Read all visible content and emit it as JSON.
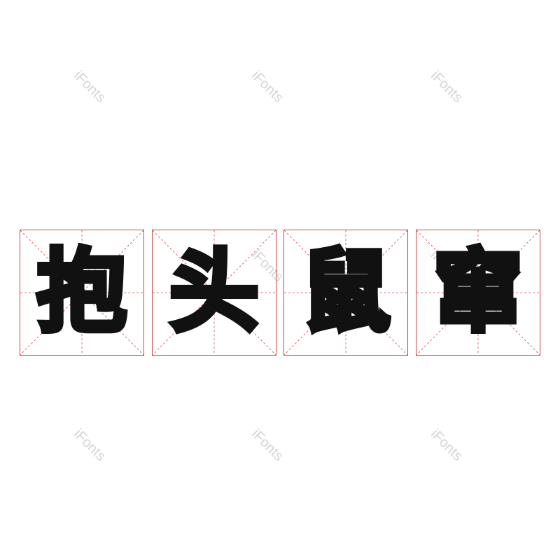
{
  "watermark": {
    "text": "iFonts",
    "color": "#d4d4d4"
  },
  "grid": {
    "line_color": "#c8474a"
  },
  "characters": [
    {
      "char": "抱"
    },
    {
      "char": "头"
    },
    {
      "char": "鼠"
    },
    {
      "char": "窜"
    }
  ]
}
